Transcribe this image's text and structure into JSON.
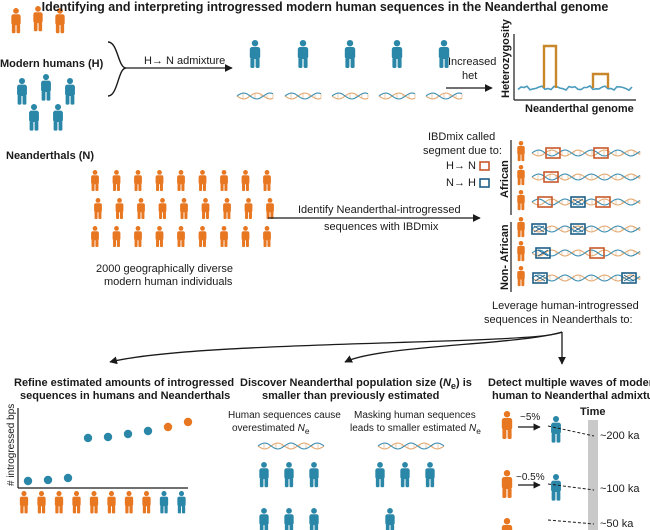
{
  "title": "Identifying and interpreting introgressed modern human sequences in the Neanderthal genome",
  "top": {
    "modern_humans_label": "Modern humans (H)",
    "neanderthals_label": "Neanderthals (N)",
    "admixture_label": "H→ N admixture",
    "increased_het_label_1": "Increased",
    "increased_het_label_2": "het",
    "heterozygosity_axis": "Heterozygosity",
    "neanderthal_genome_axis": "Neanderthal genome"
  },
  "middle": {
    "ibdmix_called_1": "IBDmix called",
    "ibdmix_called_2": "segment due to:",
    "legend_hn": "H→ N",
    "legend_nh": "N→ H",
    "individuals_label_1": "2000 geographically diverse",
    "individuals_label_2": "modern human individuals",
    "identify_label_1": "Identify Neanderthal-introgressed",
    "identify_label_2": "sequences with IBDmix",
    "african_label": "African",
    "non_african_label": "Non- African",
    "leverage_label_1": "Leverage human-introgressed",
    "leverage_label_2": "sequences in Neanderthals to:"
  },
  "bottom": {
    "refine_title_1": "Refine estimated amounts of introgressed",
    "refine_title_2": "sequences in humans and Neanderthals",
    "introgressed_axis": "# introgressed bps",
    "ne_title_1": "Discover Neanderthal population size (",
    "ne_title_ne": "N",
    "ne_title_sub": "e",
    "ne_title_2": ") is",
    "ne_title_3": "smaller than previously estimated",
    "human_cause_1": "Human sequences cause",
    "human_cause_2": "overestimated ",
    "masking_1": "Masking human sequences",
    "masking_2": "leads to smaller estimated ",
    "ne_symbol": "N",
    "ne_sub": "e",
    "waves_title_1": "Detect multiple waves of modern",
    "waves_title_2": "human to Neanderthal admixture",
    "time_label": "Time",
    "pct_1": "~5%",
    "pct_2": "~0.5%",
    "ka_1": "~200 ka",
    "ka_2": "~100 ka",
    "ka_3": "~50 ka"
  },
  "colors": {
    "human_orange": "#e87722",
    "neanderthal_blue": "#2b87a8",
    "segment_orange": "#c8582a",
    "segment_blue": "#1f5f86",
    "dna_strand": "#e3a972",
    "het_line": "#4a9bbd",
    "het_peak": "#c8872a",
    "timeline_gray": "#c9c9c9"
  }
}
